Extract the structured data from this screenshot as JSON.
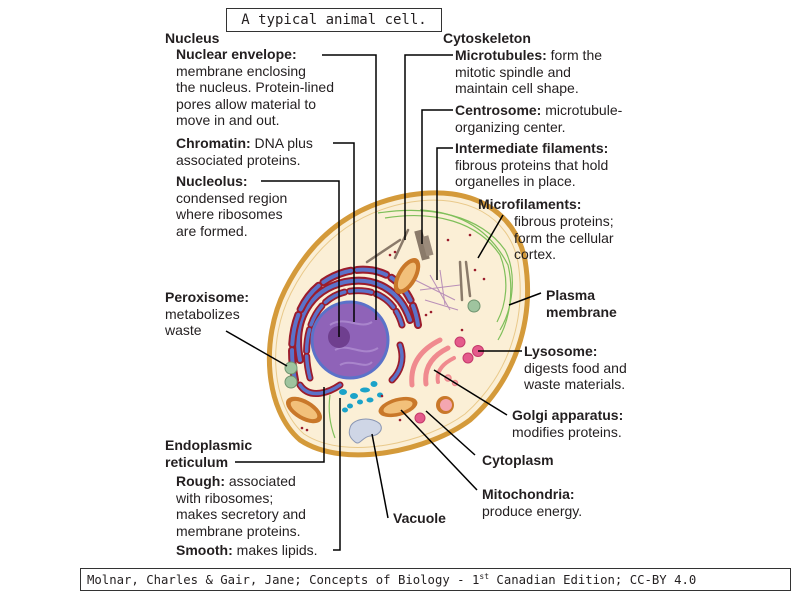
{
  "title": "A typical animal cell.",
  "credit": {
    "before_sup": "Molnar, Charles & Gair, Jane; Concepts of Biology - 1",
    "sup": "st",
    "after_sup": " Canadian Edition; CC-BY 4.0"
  },
  "colors": {
    "cell_membrane": "#d49a3a",
    "cytoplasm": "#fbefd6",
    "nucleus": "#8f63b8",
    "nucleolus": "#6f3f8f",
    "er_rough": "#5b72c9",
    "ribosome": "#9b1c2c",
    "golgi": "#f08a8f",
    "lysosome": "#e45a8b",
    "mitochondria": "#c9782a",
    "peroxisome": "#8fb48f",
    "vesicle_blue": "#1ba3c9",
    "vacuole": "#cfd6e6",
    "microfilament": "#7fbf5a",
    "intermediate_filament": "#b98fb8",
    "microtubule": "#8a7a6a",
    "leader": "#000000"
  },
  "labels": {
    "nucleus": {
      "heading": "Nucleus",
      "nuclear_envelope": {
        "term": "Nuclear envelope:",
        "lines": [
          "membrane enclosing",
          "the nucleus. Protein-lined",
          "pores allow material to",
          "move in and out."
        ]
      },
      "chromatin": {
        "term": "Chromatin:",
        "inline": " DNA plus",
        "lines": [
          "associated proteins."
        ]
      },
      "nucleolus": {
        "term": "Nucleolus:",
        "lines": [
          "condensed region",
          "where ribosomes",
          "are formed."
        ]
      }
    },
    "cytoskeleton": {
      "heading": "Cytoskeleton",
      "microtubules": {
        "term": "Microtubules:",
        "inline": " form the",
        "lines": [
          "mitotic spindle and",
          "maintain cell shape."
        ]
      },
      "centrosome": {
        "term": "Centrosome:",
        "inline": " microtubule-",
        "lines": [
          "organizing center."
        ]
      },
      "intermediate_filaments": {
        "term": "Intermediate filaments:",
        "lines": [
          "fibrous proteins that hold",
          "organelles in place."
        ]
      },
      "microfilaments": {
        "term": "Microfilaments:",
        "lines": [
          "fibrous proteins;",
          "form the cellular",
          "cortex."
        ]
      }
    },
    "plasma_membrane": {
      "lines": [
        "Plasma",
        "membrane"
      ]
    },
    "lysosome": {
      "term": "Lysosome:",
      "lines": [
        "digests food and",
        "waste materials."
      ]
    },
    "golgi": {
      "term": "Golgi apparatus:",
      "lines": [
        "modifies proteins."
      ]
    },
    "cytoplasm": {
      "term": "Cytoplasm"
    },
    "mitochondria": {
      "term": "Mitochondria:",
      "lines": [
        "produce energy."
      ]
    },
    "vacuole": {
      "term": "Vacuole"
    },
    "peroxisome": {
      "term": "Peroxisome:",
      "lines": [
        "metabolizes",
        "waste"
      ]
    },
    "er": {
      "heading_lines": [
        "Endoplasmic",
        "reticulum"
      ],
      "rough": {
        "term": "Rough:",
        "inline": " associated",
        "lines": [
          "with ribosomes;",
          "makes secretory and",
          "membrane proteins."
        ]
      },
      "smooth": {
        "term": "Smooth:",
        "inline": " makes lipids."
      }
    }
  }
}
